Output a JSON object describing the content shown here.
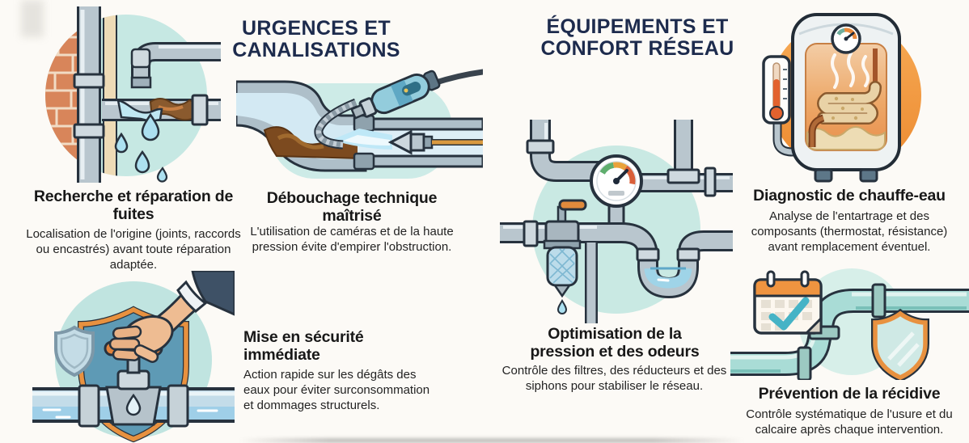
{
  "headers": {
    "left": "URGENCES ET CANALISATIONS",
    "right": "ÉQUIPEMENTS ET CONFORT RÉSEAU"
  },
  "sections": {
    "leak": {
      "title": "Recherche et réparation de fuites",
      "body": "Localisation de l'origine (joints, raccords ou encastrés) avant toute réparation adaptée.",
      "icon": "leaking-pipe-on-brick-wall"
    },
    "unclog": {
      "title": "Débouchage technique maîtrisé",
      "body": "L'utilisation de caméras et de la haute pression évite d'empirer l'obstruction.",
      "icon": "pipe-inspection-camera-and-jet"
    },
    "secure": {
      "title": "Mise en sécurité immédiate",
      "body": "Action rapide sur les dégâts des eaux pour éviter surconsommation et dommages structurels.",
      "icon": "hand-closing-valve-with-shield"
    },
    "pressure": {
      "title": "Optimisation de la pression et des odeurs",
      "body": "Contrôle des filtres, des réducteurs et des siphons pour stabiliser le réseau.",
      "icon": "pressure-gauge-filter-siphon"
    },
    "heater": {
      "title": "Diagnostic de chauffe-eau",
      "body": "Analyse de l'entartrage et des composants (thermostat, résistance) avant remplacement éventuel.",
      "icon": "water-heater-limescale"
    },
    "prevention": {
      "title": "Prévention de la récidive",
      "body": "Contrôle systématique de l'usure et du calcaire après chaque intervention.",
      "icon": "calendar-check-pipe-shield"
    }
  },
  "colors": {
    "background": "#fcfaf6",
    "header_text": "#1d2b4d",
    "title_text": "#181818",
    "body_text": "#232323",
    "teal_circle": "#c6e8e3",
    "orange_circle": "#f39a44",
    "accent_orange": "#e8913f",
    "pipe_gray": "#b9c6ce",
    "outline_dark": "#27323e",
    "water_blue": "#a9dcee"
  }
}
